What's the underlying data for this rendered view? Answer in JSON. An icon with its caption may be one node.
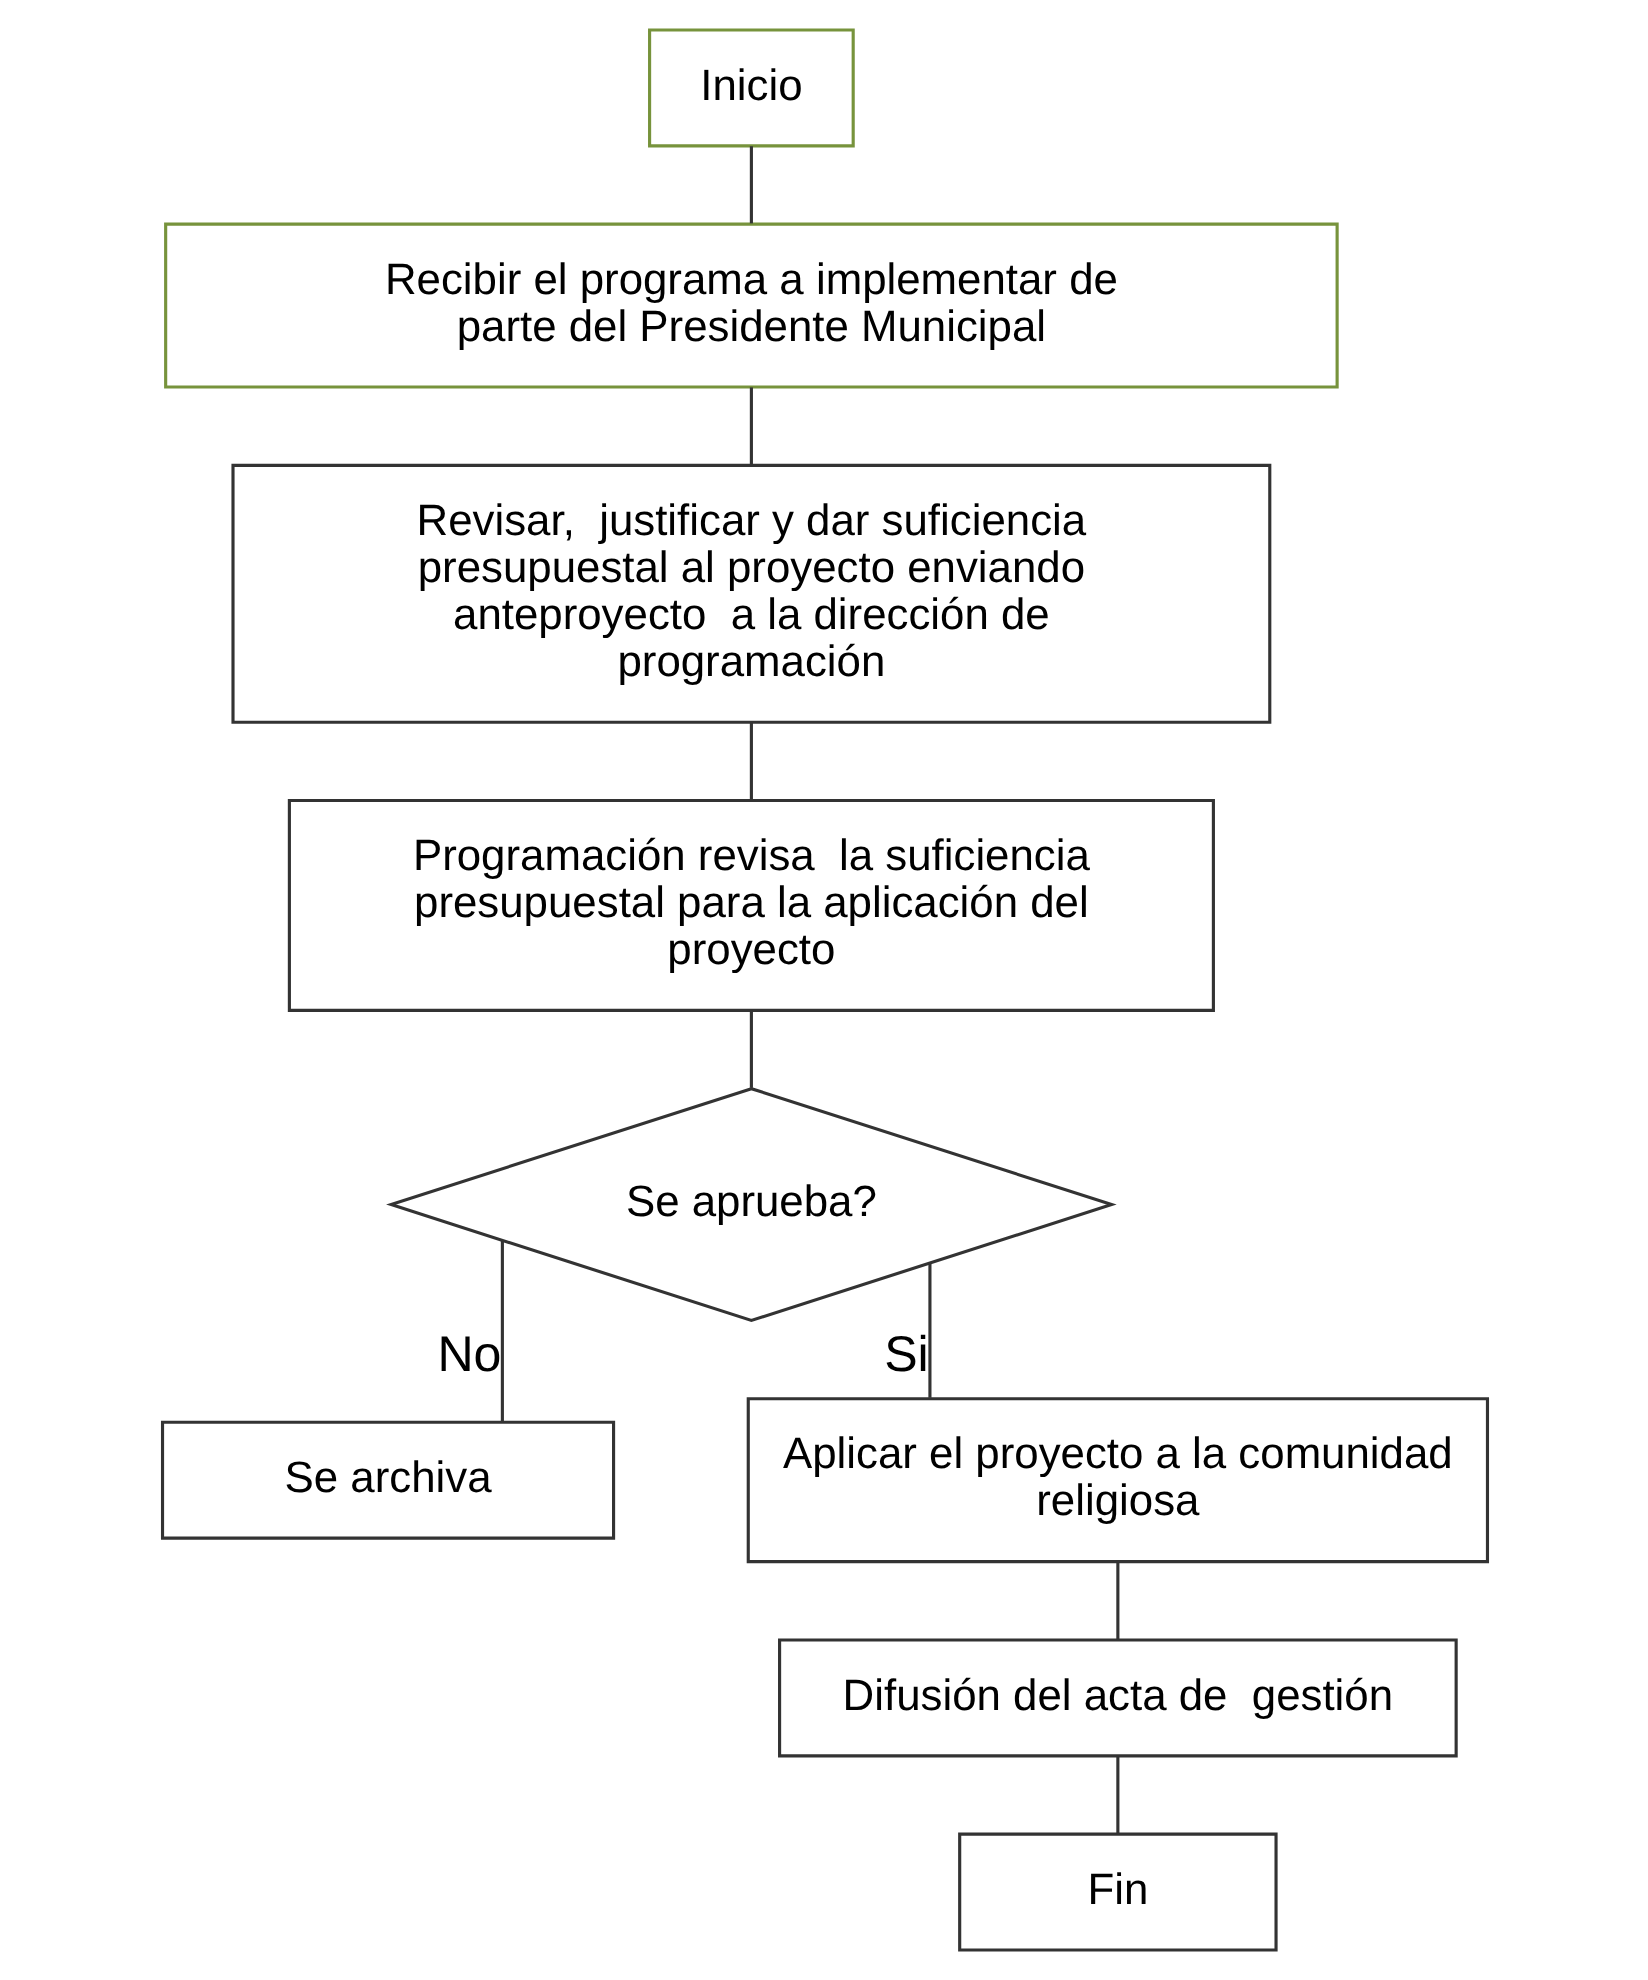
{
  "diagram": {
    "nodes": [
      {
        "text": [
          "Inicio"
        ]
      },
      {
        "text": [
          "Recibir el programa a implementar de parte del Presidente Municipal"
        ]
      },
      {
        "text": [
          "Revisar,  justificar y dar suficiencia presupuestal al proyecto enviando anteproyecto  a la dirección de programación"
        ]
      },
      {
        "text": [
          "Programación revisa  la suficiencia presupuestal para la aplicación del proyecto"
        ]
      },
      {
        "text": [
          "Se aprueba?"
        ]
      },
      {
        "text": [
          "Se archiva"
        ]
      },
      {
        "text": [
          "Aplicar el proyecto a la comunidad religiosa"
        ]
      },
      {
        "text": [
          "Difusión del acta de  gestión"
        ]
      },
      {
        "text": [
          "Fin"
        ]
      }
    ],
    "edges": [
      {
        "from": 0,
        "to": 1,
        "arrow": "none"
      },
      {
        "from": 1,
        "to": 2,
        "arrow": "none"
      },
      {
        "from": 2,
        "to": 3,
        "arrow": "none"
      },
      {
        "from": 3,
        "to": 4,
        "arrow": "none"
      },
      {
        "from": 4,
        "to": 5,
        "arrow": "none",
        "label": "No"
      },
      {
        "from": 4,
        "to": 6,
        "arrow": "none",
        "label": "Si"
      },
      {
        "from": 6,
        "to": 7,
        "arrow": "none"
      },
      {
        "from": 7,
        "to": 8,
        "arrow": "none"
      }
    ]
  }
}
